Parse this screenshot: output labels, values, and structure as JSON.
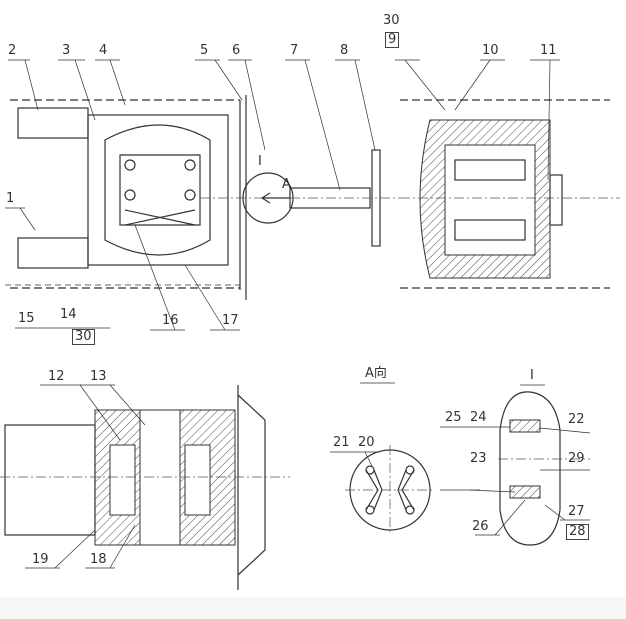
{
  "drawing": {
    "top_view_labels": [
      "1",
      "2",
      "3",
      "4",
      "5",
      "6",
      "7",
      "8",
      "9",
      "10",
      "11",
      "30"
    ],
    "detail_marker": "I",
    "arrow_marker": "A",
    "bottom_left_labels": [
      "15",
      "14",
      "30",
      "16",
      "17"
    ],
    "section_labels": [
      "12",
      "13",
      "19",
      "18"
    ],
    "view_a_title": "A向",
    "view_a_labels": [
      "21",
      "20"
    ],
    "detail_title": "I",
    "detail_labels": [
      "25",
      "24",
      "22",
      "23",
      "29",
      "26",
      "27",
      "28"
    ]
  }
}
